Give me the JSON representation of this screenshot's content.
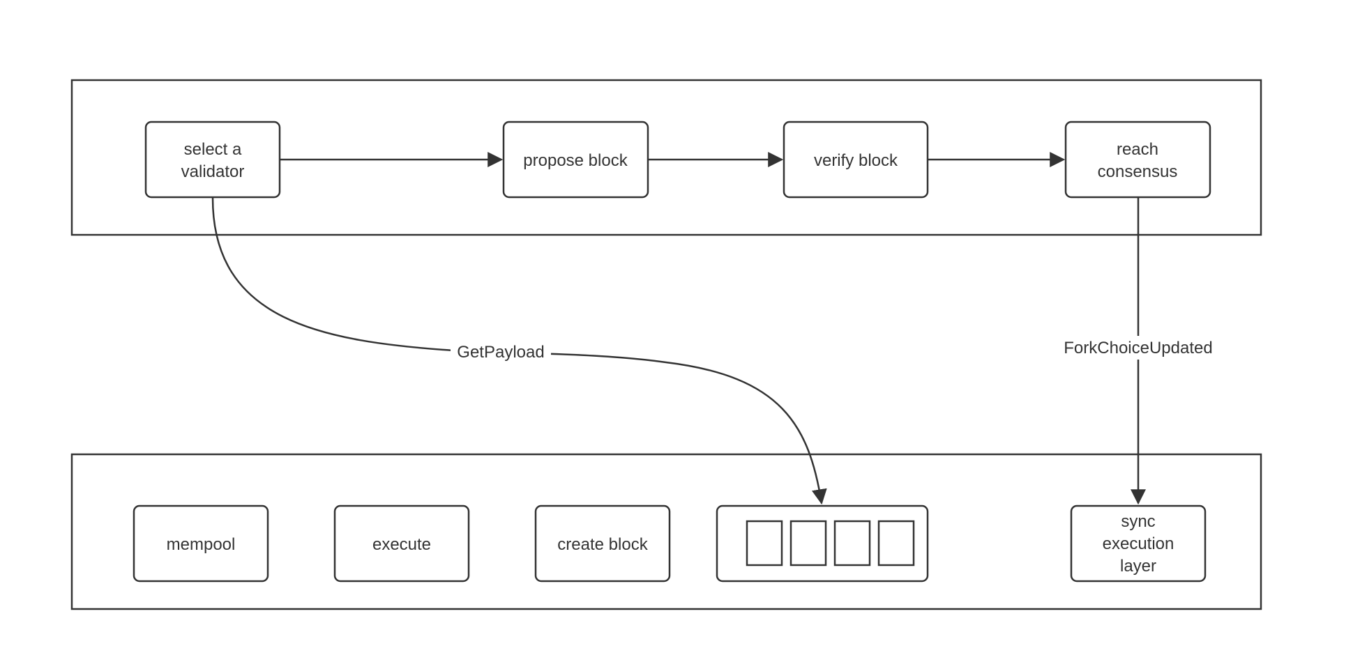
{
  "diagram": {
    "stroke_color": "#333333",
    "background_color": "#ffffff",
    "consensus_nodes": [
      {
        "id": "select-validator",
        "lines": [
          "select a",
          "validator"
        ]
      },
      {
        "id": "propose-block",
        "lines": [
          "propose block"
        ]
      },
      {
        "id": "verify-block",
        "lines": [
          "verify block"
        ]
      },
      {
        "id": "reach-consensus",
        "lines": [
          "reach",
          "consensus"
        ]
      }
    ],
    "execution_nodes": [
      {
        "id": "mempool",
        "lines": [
          "mempool"
        ]
      },
      {
        "id": "execute",
        "lines": [
          "execute"
        ]
      },
      {
        "id": "create-block",
        "lines": [
          "create block"
        ]
      },
      {
        "id": "sync-execution-layer",
        "lines": [
          "sync",
          "execution",
          "layer"
        ]
      }
    ],
    "payload_buffer": {
      "slot_count": 4
    },
    "edges": [
      {
        "from": "select-validator",
        "to": "propose-block",
        "label": ""
      },
      {
        "from": "propose-block",
        "to": "verify-block",
        "label": ""
      },
      {
        "from": "verify-block",
        "to": "reach-consensus",
        "label": ""
      },
      {
        "from": "select-validator",
        "to": "payload-buffer",
        "label": "GetPayload"
      },
      {
        "from": "reach-consensus",
        "to": "sync-execution-layer",
        "label": "ForkChoiceUpdated"
      }
    ]
  }
}
